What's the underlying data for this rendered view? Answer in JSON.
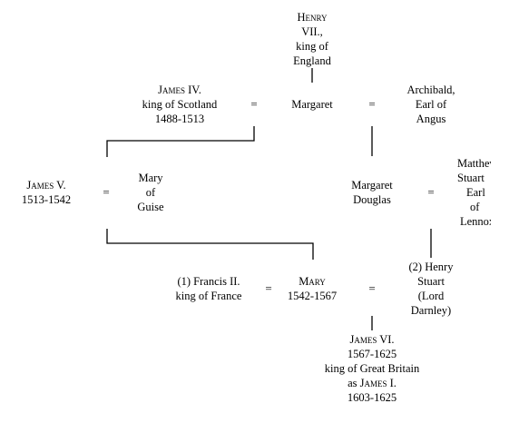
{
  "nodes": {
    "henry7": {
      "first": "Henry",
      "lines": [
        "VII.,",
        "king of",
        "England"
      ]
    },
    "james4": {
      "first": "James",
      "firstRest": " IV.",
      "lines": [
        "king of Scotland",
        "1488-1513"
      ]
    },
    "margaret": {
      "lines": [
        "Margaret"
      ]
    },
    "archibald": {
      "lines": [
        "Archibald,",
        "Earl of",
        "Angus"
      ]
    },
    "james5": {
      "first": "James",
      "firstRest": " V.",
      "lines": [
        "1513-1542"
      ]
    },
    "mary_guise": {
      "lines": [
        "Mary",
        "of",
        "Guise"
      ]
    },
    "margaret_douglas": {
      "lines": [
        "Margaret",
        "Douglas"
      ]
    },
    "matthew": {
      "lines": [
        "Matthew",
        "Stuart",
        "Earl",
        "of",
        "Lennox"
      ]
    },
    "francis2": {
      "lines": [
        "(1) Francis II.",
        "king of France"
      ]
    },
    "mary": {
      "first": "Mary",
      "lines": [
        "1542-1567"
      ]
    },
    "darnley": {
      "lines": [
        "(2) Henry",
        "Stuart",
        "(Lord",
        "Darnley)"
      ]
    },
    "james6": {
      "first": "James",
      "firstRest": " VI.",
      "lines": [
        "1567-1625",
        "king of Great Britain"
      ],
      "asLine": {
        "pre": "as ",
        "first": "James",
        "rest": " I."
      },
      "lastLine": "1603-1625"
    }
  },
  "marriage_symbol": "="
}
